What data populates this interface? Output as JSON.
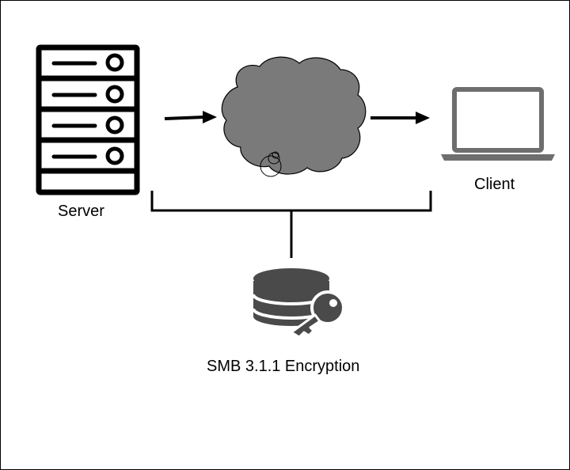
{
  "diagram": {
    "server": {
      "label": "Server",
      "icon": "server-rack-icon"
    },
    "cloud": {
      "icon": "cloud-icon"
    },
    "client": {
      "label": "Client",
      "icon": "laptop-icon"
    },
    "encryption": {
      "label": "SMB 3.1.1 Encryption",
      "icon": "database-key-icon"
    }
  }
}
